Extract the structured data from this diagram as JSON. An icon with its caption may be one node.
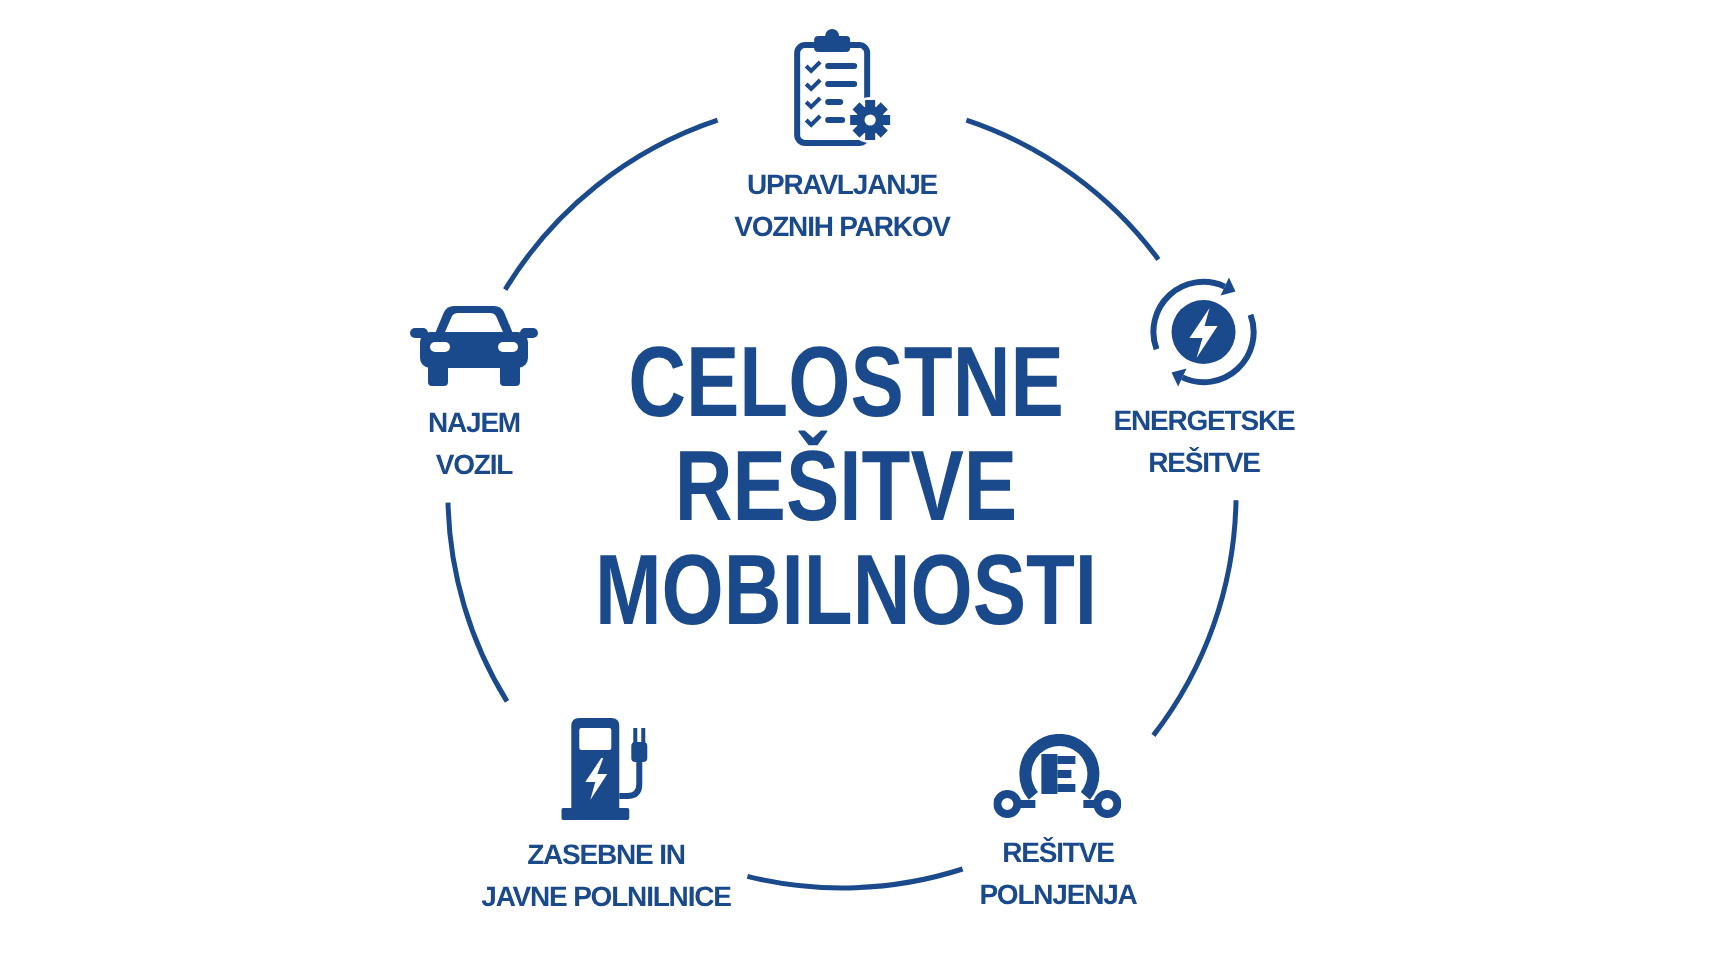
{
  "diagram": {
    "title": "CELOSTNE REŠITVE MOBILNOSTI",
    "nodes": [
      {
        "text": [
          "UPRAVLJANJE VOZNIH PARKOV"
        ]
      },
      {
        "text": [
          "ENERGETSKE REŠITVE"
        ]
      },
      {
        "text": [
          "REŠITVE POLNJENJA"
        ]
      },
      {
        "text": [
          "ZASEBNE IN JAVNE POLNILNICE"
        ]
      },
      {
        "text": [
          "NAJEM VOZIL"
        ]
      }
    ],
    "edges": [
      {
        "from": 0,
        "to": 1,
        "arrow": "none"
      },
      {
        "from": 1,
        "to": 2,
        "arrow": "none"
      },
      {
        "from": 2,
        "to": 3,
        "arrow": "none"
      },
      {
        "from": 3,
        "to": 4,
        "arrow": "none"
      },
      {
        "from": 4,
        "to": 0,
        "arrow": "none"
      }
    ]
  }
}
